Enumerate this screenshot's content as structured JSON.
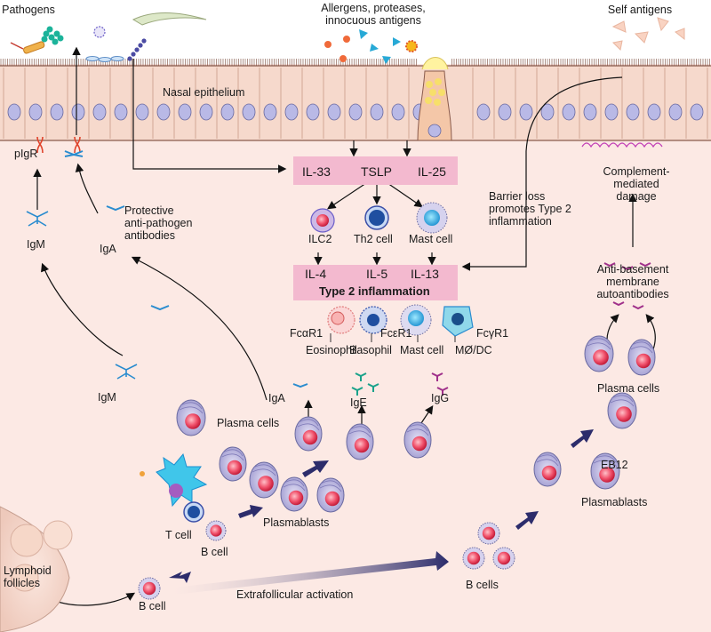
{
  "top": {
    "pathogens": "Pathogens",
    "allergens": "Allergens, proteases,\ninnocuous antigens",
    "self_antigens": "Self antigens"
  },
  "epithelium": {
    "label": "Nasal epithelium",
    "receptor": "pIgR"
  },
  "cytokines": {
    "il33": "IL-33",
    "tslp": "TSLP",
    "il25": "IL-25"
  },
  "cells": {
    "ilc2": "ILC2",
    "th2": "Th2 cell",
    "mast": "Mast cell"
  },
  "type2": {
    "il4": "IL-4",
    "il5": "IL-5",
    "il13": "IL-13",
    "title": "Type 2 inflammation"
  },
  "receptors": {
    "fca": "FcαR1",
    "fce": "FcεR1",
    "fcg": "FcγR1"
  },
  "effectors": {
    "eosinophil": "Eosinophil",
    "basophil": "Basophil",
    "mast": "Mast cell",
    "mdc": "MØ/DC"
  },
  "antibodies": {
    "igm_top": "IgM",
    "iga_top": "IgA",
    "igm_low": "IgM",
    "iga_low": "IgA",
    "ige": "IgE",
    "igg": "IgG"
  },
  "notes": {
    "protective": "Protective\nanti-pathogen\nantibodies",
    "barrier": "Barrier loss\npromotes Type 2\ninflammation",
    "complement": "Complement-mediated\ndamage",
    "antibm": "Anti-basement\nmembrane\nautoantibodies"
  },
  "bottom": {
    "plasma_left": "Plasma cells",
    "plasmablasts_left": "Plasmablasts",
    "t_cell": "T cell",
    "b_cell_mid": "B cell",
    "lymphoid": "Lymphoid\nfollicles",
    "b_cell_low": "B cell",
    "extrafollicular": "Extrafollicular activation",
    "b_cells_right": "B cells",
    "plasmablasts_right": "Plasmablasts",
    "eb12": "EB12",
    "plasma_right": "Plasma cells"
  },
  "colors": {
    "background": "#fce9e4",
    "epithelium": "#f6d9cc",
    "nucleus": "#b9b9e6",
    "cytokine_box": "#f3b9cf",
    "plasma_cell": "#b9b5dd",
    "b_nucleus": "#e6394f",
    "arrow_gradient": "#2c2c6b"
  }
}
